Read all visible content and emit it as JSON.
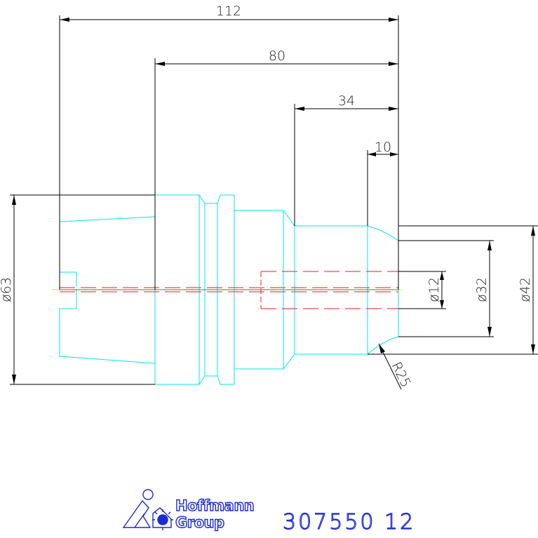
{
  "dimensions": {
    "overall_length": "112",
    "length_80": "80",
    "length_34": "34",
    "length_10": "10",
    "dia_63": "ø63",
    "dia_12": "ø12",
    "dia_32": "ø32",
    "dia_42": "ø42",
    "radius": "R25"
  },
  "branding": {
    "line1": "Hoffmann",
    "line2": "Group",
    "part_number": "307550 12"
  },
  "colors": {
    "dimension": "#000000",
    "part_outline": "#00e5ee",
    "hidden_lines": "#e02020",
    "centerline": "#e8e000",
    "brand": "#1b2bd6"
  }
}
